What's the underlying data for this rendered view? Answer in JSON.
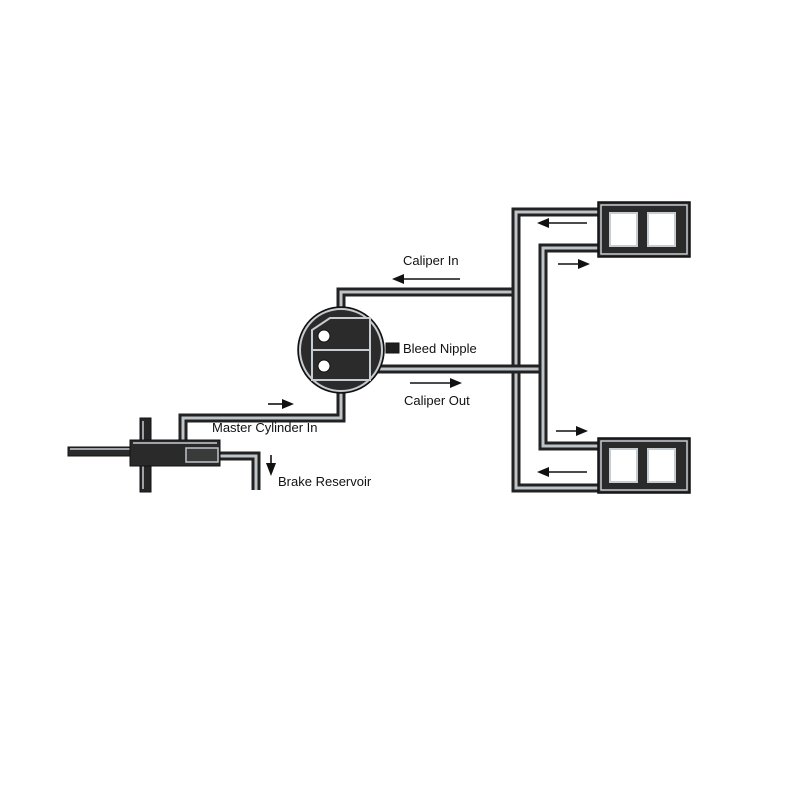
{
  "labels": {
    "caliper_in": "Caliper In",
    "bleed_nipple": "Bleed Nipple",
    "caliper_out": "Caliper Out",
    "master_cylinder_in": "Master Cylinder In",
    "brake_reservoir": "Brake Reservoir"
  },
  "colors": {
    "pipe_dark": "#222222",
    "pipe_highlight": "#bfc4c9",
    "text": "#111111",
    "background": "#ffffff"
  }
}
